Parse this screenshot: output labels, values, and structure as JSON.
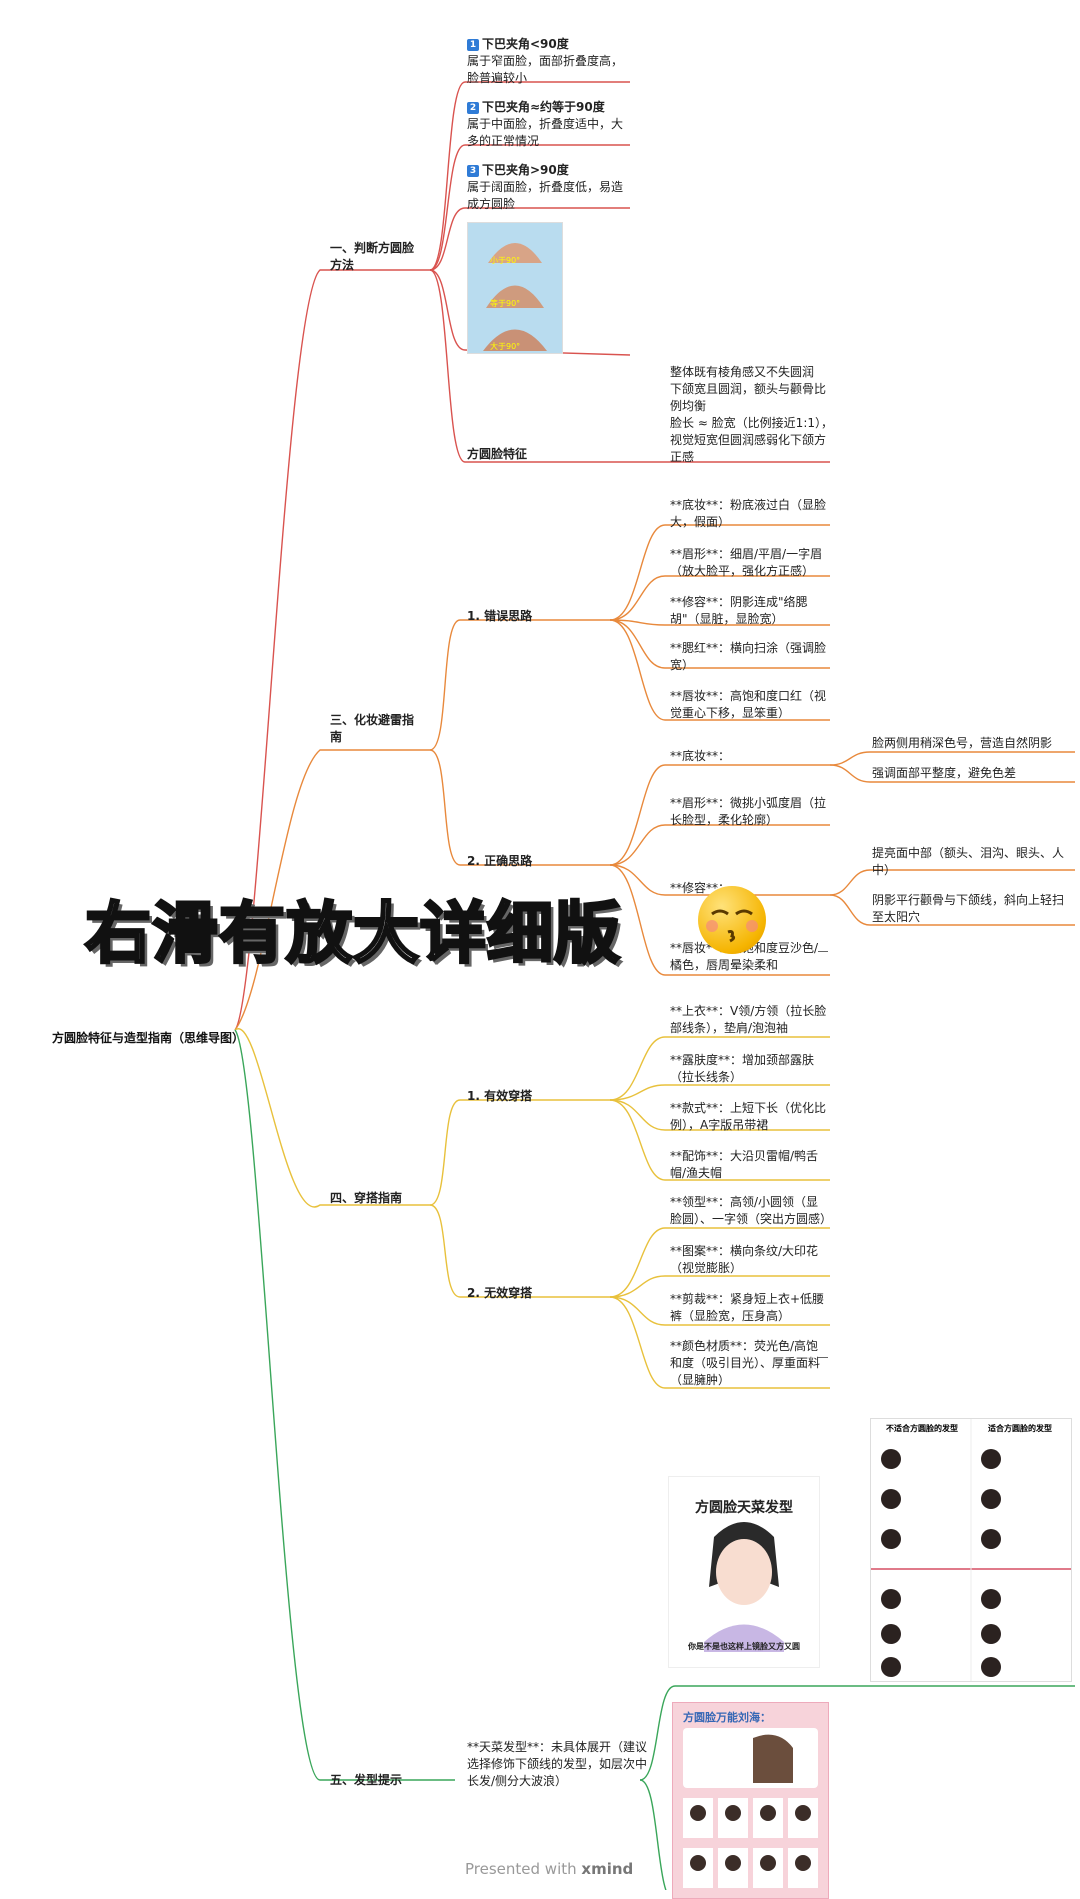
{
  "root": {
    "label": "方圆脸特征与造型指南（思维导图）"
  },
  "s1": {
    "label": "一、判断方圆脸方法",
    "items": [
      {
        "n": "1",
        "title": "下巴夹角<90度",
        "desc": "属于窄面脸，面部折叠度高，脸普遍较小"
      },
      {
        "n": "2",
        "title": "下巴夹角≈约等于90度",
        "desc": "属于中面脸，折叠度适中，大多的正常情况"
      },
      {
        "n": "3",
        "title": "下巴夹角>90度",
        "desc": "属于阔面脸，折叠度低，易造成方圆脸"
      }
    ],
    "angle_labels": [
      "小于90°",
      "等于90°",
      "大于90°"
    ]
  },
  "feat": {
    "label": "方圆脸特征",
    "desc": "整体既有棱角感又不失圆润\n下颌宽且圆润，额头与颧骨比例均衡\n脸长 ≈ 脸宽（比例接近1:1），视觉短宽但圆润感弱化下颌方正感"
  },
  "s3": {
    "label": "三、化妆避雷指南",
    "wrong": {
      "label": "1. 错误思路",
      "items": [
        "**底妆**：粉底液过白（显脸大，假面）",
        "**眉形**：细眉/平眉/一字眉（放大脸平，强化方正感）",
        "**修容**：阴影连成\"络腮胡\"（显脏，显脸宽）",
        "**腮红**：横向扫涂（强调脸宽）",
        "**唇妆**：高饱和度口红（视觉重心下移，显笨重）"
      ]
    },
    "right": {
      "label": "2. 正确思路",
      "items": [
        "**底妆**：",
        "**眉形**：微挑小弧度眉（拉长脸型，柔化轮廓）",
        "**修容**：",
        "**唇妆**：低饱和度豆沙色/橘色，唇周晕染柔和"
      ],
      "sub_base": [
        "脸两侧用稍深色号，营造自然阴影",
        "强调面部平整度，避免色差"
      ],
      "sub_contour": [
        "提亮面中部（额头、泪沟、眼头、人中）",
        "阴影平行颧骨与下颌线，斜向上轻扫至太阳穴"
      ]
    }
  },
  "s4": {
    "label": "四、穿搭指南",
    "good": {
      "label": "1. 有效穿搭",
      "items": [
        "**上衣**：V领/方领（拉长脸部线条），垫肩/泡泡袖",
        "**露肤度**：增加颈部露肤（拉长线条）",
        "**款式**：上短下长（优化比例），A字版吊带裙",
        "**配饰**：大沿贝雷帽/鸭舌帽/渔夫帽"
      ]
    },
    "bad": {
      "label": "2. 无效穿搭",
      "items": [
        "**领型**：高领/小圆领（显脸圆）、一字领（突出方圆感）",
        "**图案**：横向条纹/大印花（视觉膨胀）",
        "**剪裁**：紧身短上衣+低腰裤（显脸宽，压身高）",
        "**颜色材质**：荧光色/高饱和度（吸引目光）、厚重面料（显臃肿）"
      ]
    }
  },
  "s5": {
    "label": "五、发型提示",
    "desc": "**天菜发型**：未具体展开（建议选择修饰下颌线的发型，如层次中长发/侧分大波浪）",
    "poster1_title": "方圆脸天菜发型",
    "poster1_caption": "你是不是也这样上镜脸又方又圆",
    "poster2_headers": [
      "不适合方圆脸的发型",
      "适合方圆脸的发型"
    ],
    "poster3_title": "方圆脸万能刘海："
  },
  "overlay": {
    "text": "右滑有放大详细版"
  },
  "footer": {
    "prefix": "Presented with",
    "brand": "xmind"
  },
  "colors": {
    "s1": "#d9534f",
    "s3": "#e8893c",
    "s4": "#e8c13c",
    "s5": "#3aa65a",
    "root_down": "#3aa65a"
  }
}
